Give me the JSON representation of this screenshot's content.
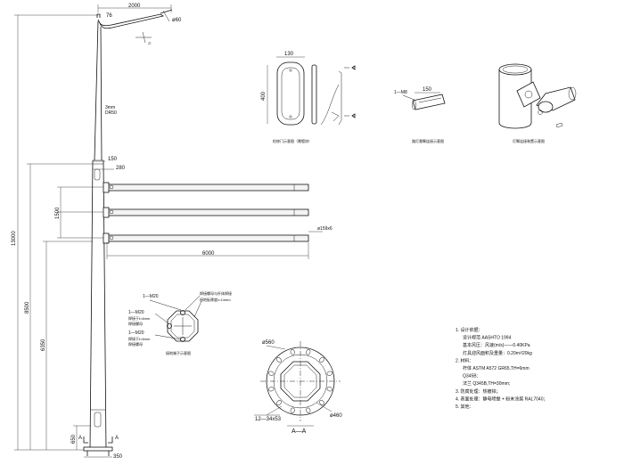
{
  "pole": {
    "dim_arm_length": "2000",
    "dim_76": "76",
    "dim_dia60": "ø60",
    "dim_total_height": "13000",
    "dim_8500": "8500",
    "dim_6350": "6350",
    "dim_1500": "1500",
    "dim_650": "650",
    "dim_150": "150",
    "dim_280": "280",
    "dim_6000": "6000",
    "dim_dia159": "ø159x6",
    "dim_350": "350",
    "dim_3mm": "3mm",
    "dim_r50": "DR50",
    "section_mark_left": "A",
    "section_mark_right": "A"
  },
  "door_view": {
    "dim_130": "130",
    "dim_400": "400",
    "caption": "检修门示意图（需镀锌）"
  },
  "arm_clamp": {
    "dim_150": "150",
    "label_mr": "1—M8",
    "caption": "路灯悬臂连接示意图"
  },
  "joint_view": {
    "caption": "灯臂连接装置示意图"
  },
  "octagon_view": {
    "label_m20_top": "1—M20",
    "label_m20_left1": "1—M20",
    "label_m20_left2": "1—M20",
    "note_right1": "焊接螺母与杆体焊接",
    "note_right2": "接地板厚度t=14mm",
    "note_left1": "焊接于t=6mm",
    "note_left2": "焊接螺母",
    "note_left3": "焊接于t=6mm",
    "note_left4": "焊接螺母",
    "caption": "接地端子示意图"
  },
  "base_section": {
    "dim_560": "ø560",
    "dim_460": "ø460",
    "holes": "12—34x53",
    "title": "A—A"
  },
  "notes": [
    "1. 设计依据：",
    "设计规范 AASHTO 1994",
    "基本风压：风速(m/s)——0.40KPa",
    "灯具迎风面积及重量：0.20m²/20kg",
    "2. 材料：",
    "杆体 ASTM A572 GR65,TH=6mm",
    "Q345B;",
    "法兰 Q345B,TH=30mm;",
    "3. 防腐处理：热镀锌；",
    "4. 表面处理：静电喷塑 + 粉末涂层 RAL7040；",
    "5. 其他："
  ]
}
